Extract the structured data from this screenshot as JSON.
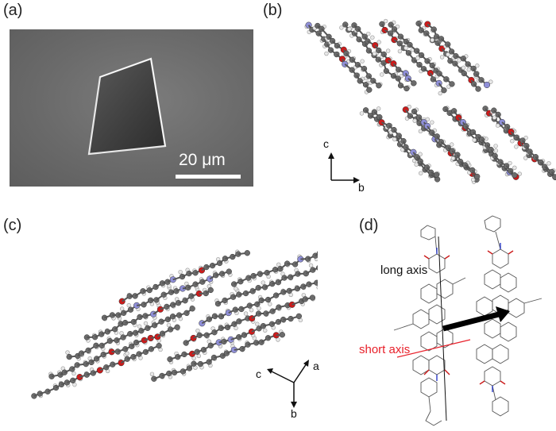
{
  "panels": {
    "a": {
      "label": "(a)",
      "scalebar": "20 μm"
    },
    "b": {
      "label": "(b)",
      "axes": {
        "up": "c",
        "right": "b"
      }
    },
    "c": {
      "label": "(c)",
      "axes": {
        "left": "c",
        "right": "a",
        "down": "b"
      }
    },
    "d": {
      "label": "(d)",
      "long_axis": "long axis",
      "short_axis": "short axis",
      "short_axis_color": "#e8202a"
    }
  },
  "colors": {
    "carbon": "#6b6b6b",
    "oxygen": "#cc1b1b",
    "nitrogen": "#8f8fd8",
    "hydrogen": "#e8e8e8"
  }
}
